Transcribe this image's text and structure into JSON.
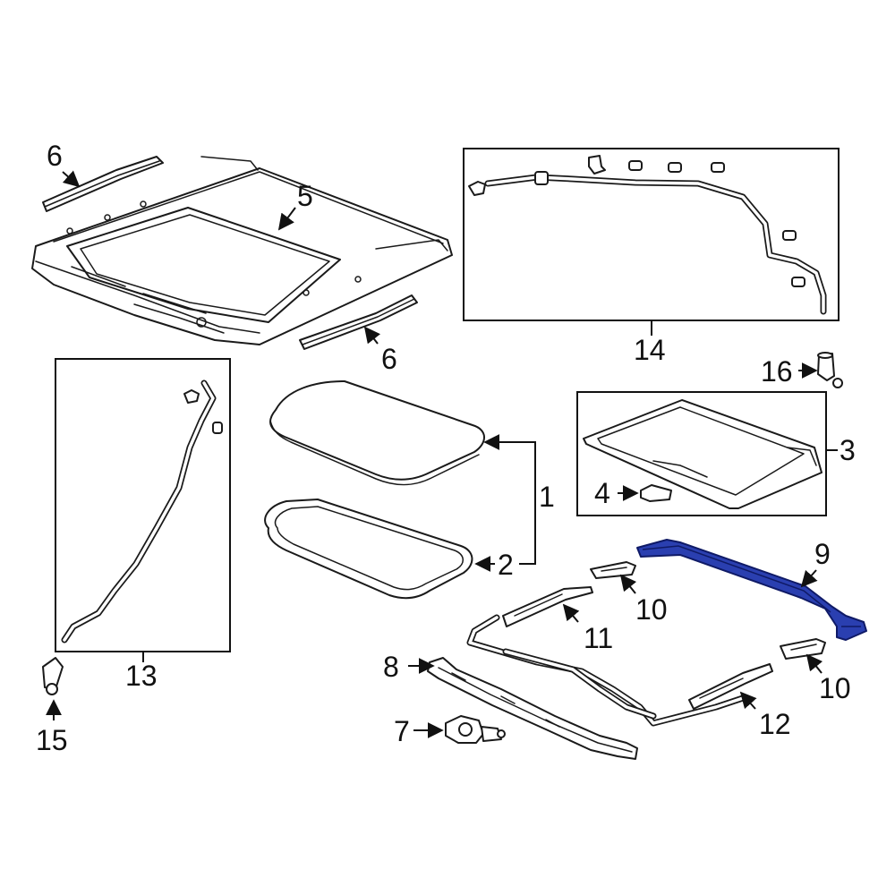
{
  "callouts": {
    "c1": "1",
    "c2": "2",
    "c3": "3",
    "c4": "4",
    "c5": "5",
    "c6a": "6",
    "c6b": "6",
    "c7": "7",
    "c8": "8",
    "c9": "9",
    "c10a": "10",
    "c10b": "10",
    "c11": "11",
    "c12": "12",
    "c13": "13",
    "c14": "14",
    "c15": "15",
    "c16": "16"
  },
  "colors": {
    "highlight": "#2a3fb0",
    "line": "#1a1a1a",
    "background": "#ffffff"
  },
  "highlighted_part": "9"
}
